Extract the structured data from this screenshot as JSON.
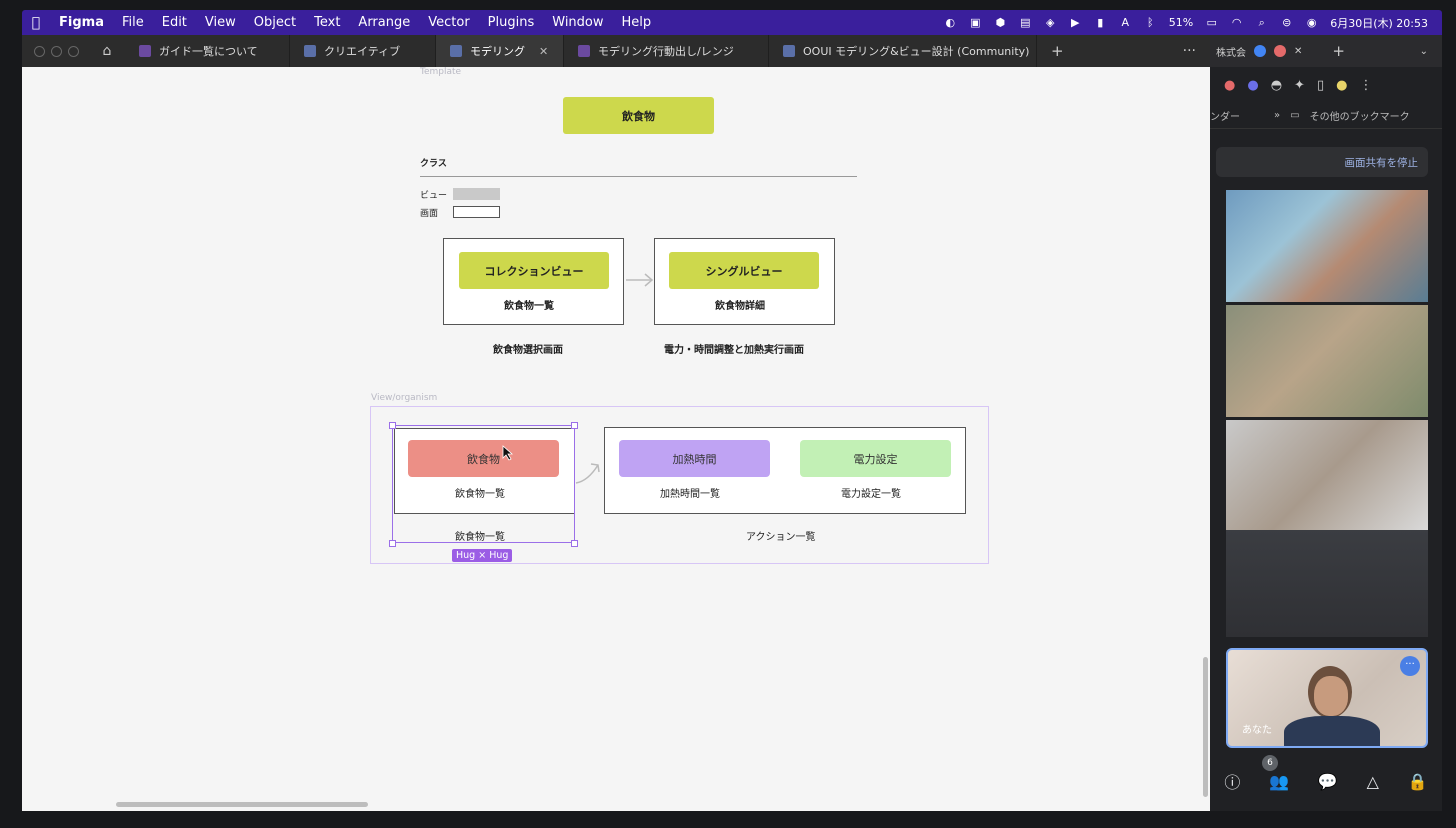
{
  "menubar": {
    "app": "Figma",
    "items": [
      "File",
      "Edit",
      "View",
      "Object",
      "Text",
      "Arrange",
      "Vector",
      "Plugins",
      "Window",
      "Help"
    ],
    "battery": "51%",
    "datetime": "6月30日(木) 20:53"
  },
  "tabs": [
    {
      "label": "ガイド一覧について",
      "icon": "figjam-file-icon"
    },
    {
      "label": "クリエイティブ",
      "icon": "figma-file-icon"
    },
    {
      "label": "モデリング",
      "icon": "figma-file-icon",
      "active": true
    },
    {
      "label": "モデリング行動出し/レンジ",
      "icon": "figjam-file-icon"
    },
    {
      "label": "OOUI モデリング&ビュー設計 (Community)",
      "icon": "figma-file-icon"
    }
  ],
  "canvas": {
    "template_label": "Template",
    "top_object": "飲食物",
    "class_heading": "クラス",
    "legend": {
      "view": "ビュー",
      "screen": "画面"
    },
    "collection_view": {
      "title": "コレクションビュー",
      "sub": "飲食物一覧",
      "screen": "飲食物選択画面"
    },
    "single_view": {
      "title": "シングルビュー",
      "sub": "飲食物詳細",
      "screen": "電力・時間調整と加熱実行画面"
    },
    "organism_label": "View/organism",
    "food": {
      "title": "飲食物",
      "sub": "飲食物一覧",
      "caption": "飲食物一覧"
    },
    "heat_time": {
      "title": "加熱時間",
      "sub": "加熱時間一覧"
    },
    "power_setting": {
      "title": "電力設定",
      "sub": "電力設定一覧"
    },
    "action_caption": "アクション一覧",
    "hug_badge": "Hug × Hug"
  },
  "browser": {
    "tab_label": "株式会",
    "bookmark_prefix": "ンダー",
    "bookmark_other": "その他のブックマーク",
    "stop_share": "画面共有を停止",
    "you_label": "あなた",
    "participant_count": "6"
  }
}
